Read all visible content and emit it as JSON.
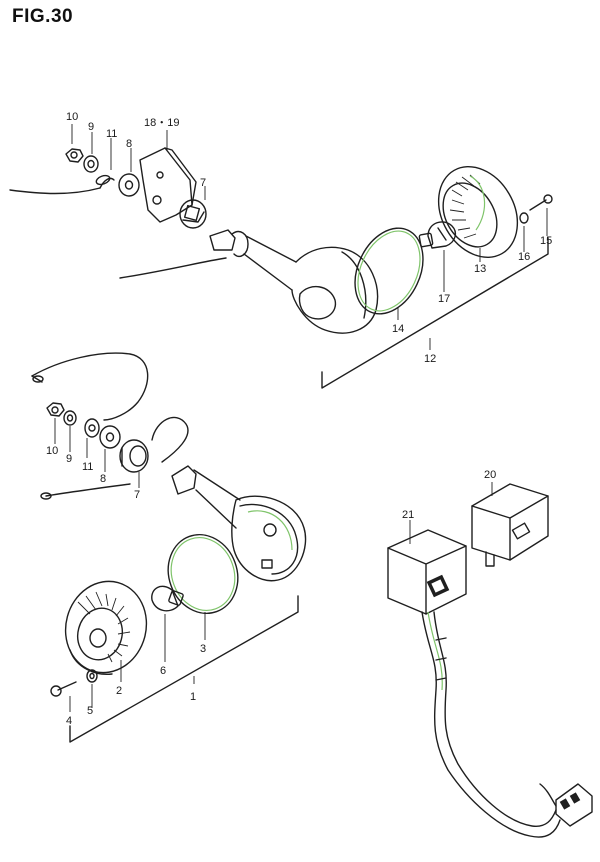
{
  "figure": {
    "title": "FIG.30"
  },
  "callouts": {
    "c10a": "10",
    "c9a": "9",
    "c11a": "11",
    "c8a": "8",
    "c1819": "18・19",
    "c7a": "7",
    "c15": "15",
    "c16": "16",
    "c13": "13",
    "c17": "17",
    "c14": "14",
    "c12": "12",
    "c10b": "10",
    "c9b": "9",
    "c11b": "11",
    "c8b": "8",
    "c7b": "7",
    "c20": "20",
    "c21": "21",
    "c6": "6",
    "c3": "3",
    "c2": "2",
    "c1": "1",
    "c4": "4",
    "c5": "5"
  },
  "colors": {
    "line": "#1f1f1f",
    "accent_green": "#7fc46a",
    "background": "#ffffff"
  }
}
